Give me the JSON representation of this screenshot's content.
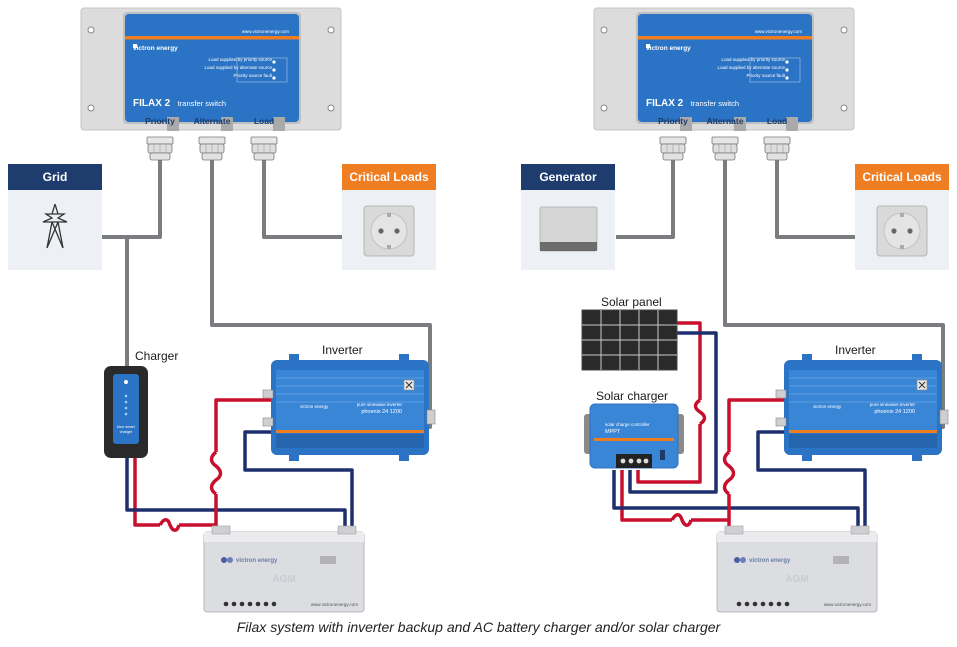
{
  "filax": {
    "brand": "victron energy",
    "url": "www.victronenergy.com",
    "model": "FILAX 2",
    "subtitle": "transfer switch",
    "leds": [
      "Load supplied by priority source",
      "Load supplied by alternate source",
      "Priority source fault"
    ],
    "ports": {
      "priority": "Priority",
      "alternate": "Alternate",
      "load": "Load"
    }
  },
  "left": {
    "source_label": "Grid",
    "load_label": "Critical Loads",
    "charger_label": "Charger",
    "inverter_label": "Inverter"
  },
  "right": {
    "source_label": "Generator",
    "load_label": "Critical Loads",
    "solar_panel_label": "Solar panel",
    "solar_charger_label": "Solar charger",
    "inverter_label": "Inverter"
  },
  "inverter": {
    "brand": "victron energy",
    "line1": "pure sinewave inverter",
    "line2": "phoenix 24 1200"
  },
  "battery": {
    "brand": "victron energy",
    "type": "AGM",
    "url": "www.victronenergy.com"
  },
  "charger_device": {
    "line1": "blue smart",
    "line2": "charger"
  },
  "mppt": {
    "line1": "solar charge controller",
    "line2": "MPPT"
  },
  "caption": "Filax system with inverter backup and AC battery charger and/or solar charger",
  "colors": {
    "victron_blue": "#2b73c4",
    "orange": "#ef7d22",
    "header_navy": "#1e3d6e",
    "cable_gray": "#7a7c80",
    "dc_red": "#c8102e",
    "dc_blue": "#1d2f6e"
  }
}
